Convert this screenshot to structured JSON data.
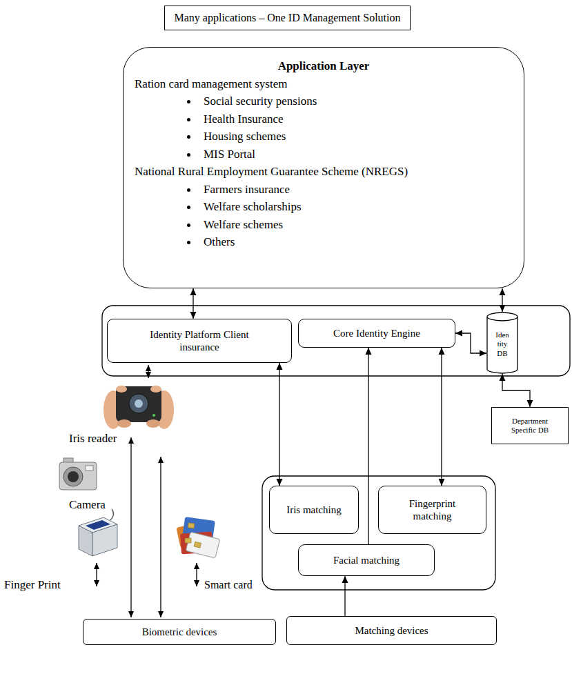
{
  "diagram": {
    "nodes": [
      {
        "text": [
          "Many applications – One ID Management Solution"
        ]
      },
      {
        "text": [
          "Application Layer",
          "Ration card management system",
          "Social security pensions",
          "Health Insurance",
          "Housing schemes",
          "MIS Portal",
          "National Rural Employment Guarantee Scheme (NREGS)",
          "Farmers insurance",
          "Welfare scholarships",
          "Welfare schemes",
          "Others"
        ]
      },
      {
        "text": [
          "Identity Platform Client insurance"
        ]
      },
      {
        "text": [
          "Core Identity Engine"
        ]
      },
      {
        "text": [
          "Iden tity DB"
        ]
      },
      {
        "text": [
          "Department Specific DB"
        ]
      },
      {
        "text": [
          "Iris matching"
        ]
      },
      {
        "text": [
          "Fingerprint matching"
        ]
      },
      {
        "text": [
          "Facial matching"
        ]
      },
      {
        "text": [
          "Biometric devices"
        ]
      },
      {
        "text": [
          "Matching devices"
        ]
      }
    ],
    "edges": [
      {
        "from": 1,
        "to": 2,
        "arrow": "both"
      },
      {
        "from": 1,
        "to": 4,
        "arrow": "both"
      },
      {
        "from": 3,
        "to": 4,
        "arrow": "both"
      },
      {
        "from": 4,
        "to": 5,
        "arrow": "both"
      },
      {
        "from": 3,
        "to": 7,
        "arrow": "both"
      },
      {
        "from": 2,
        "to": 6,
        "arrow": "both"
      },
      {
        "from": 8,
        "to": 3,
        "arrow": "to"
      },
      {
        "from": 10,
        "to": 8,
        "arrow": "to"
      }
    ],
    "labels": [
      "Iris reader",
      "Camera",
      "Finger Print",
      "Smart card"
    ]
  }
}
